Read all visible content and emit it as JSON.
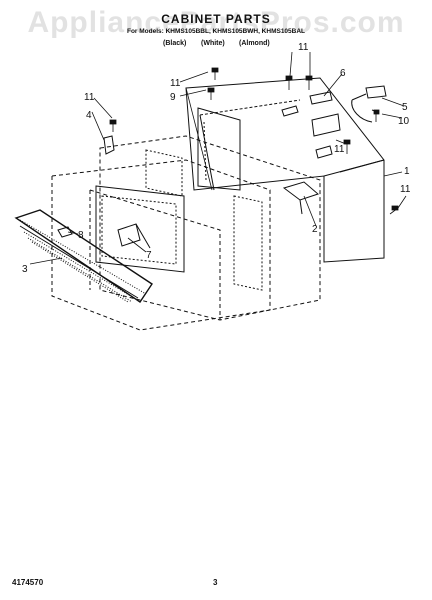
{
  "watermark": "AppliancePartsPros.com",
  "title": "CABINET PARTS",
  "models_line": "For Models: KHMS105BBL, KHMS105BWH, KHMS105BAL",
  "variants": [
    "(Black)",
    "(White)",
    "(Almond)"
  ],
  "callouts": [
    "1",
    "2",
    "3",
    "4",
    "5",
    "6",
    "7",
    "8",
    "9",
    "10",
    "11",
    "11",
    "11",
    "11",
    "11"
  ],
  "footer": {
    "doc_number": "4174570",
    "page": "3"
  }
}
